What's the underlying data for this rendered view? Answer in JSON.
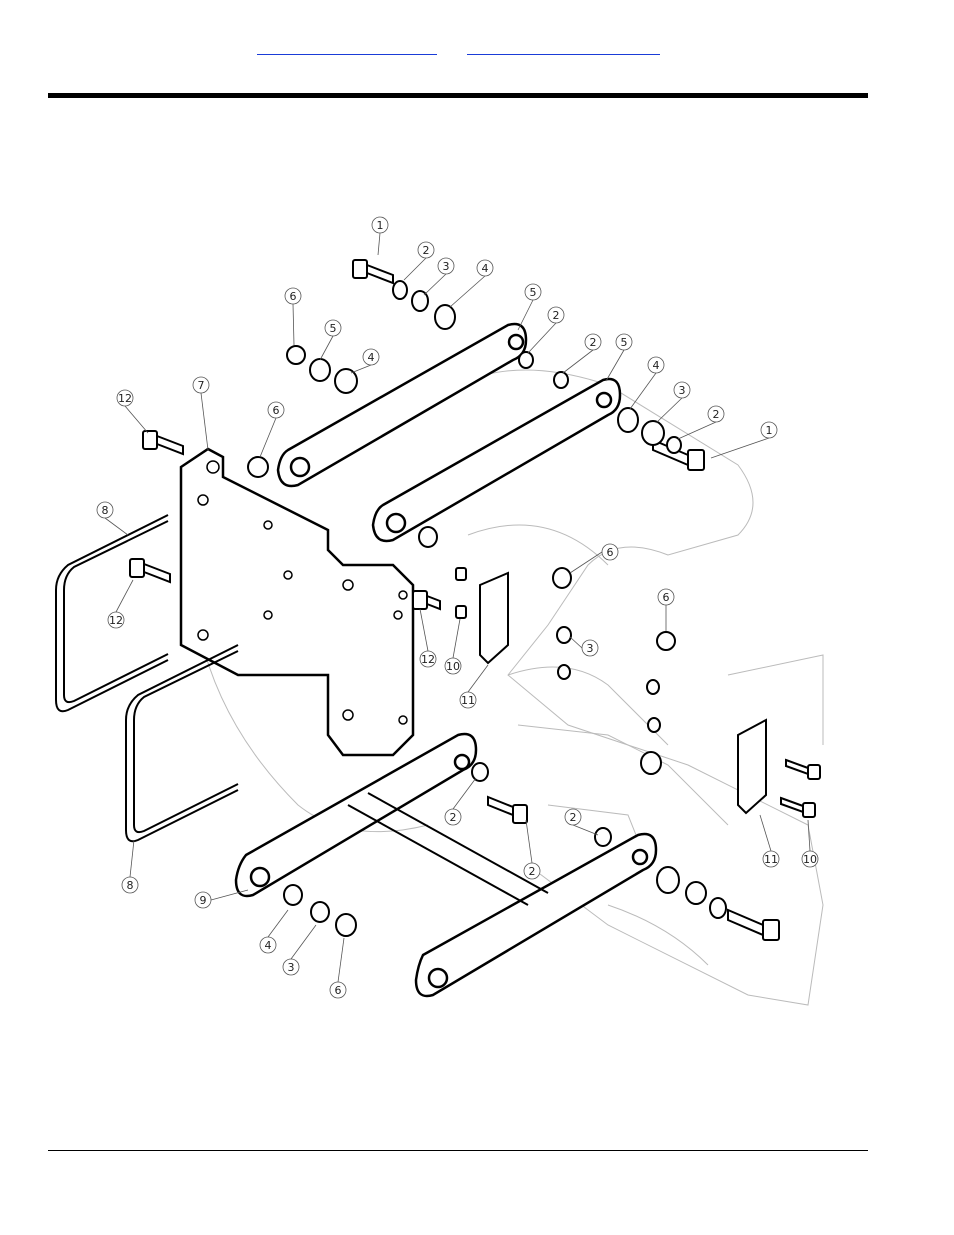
{
  "nav": {
    "links": [
      {
        "label": ""
      },
      {
        "label": ""
      }
    ]
  },
  "diagram": {
    "callouts": [
      "1",
      "2",
      "3",
      "4",
      "5",
      "6",
      "7",
      "8",
      "9",
      "10",
      "11",
      "12"
    ]
  }
}
